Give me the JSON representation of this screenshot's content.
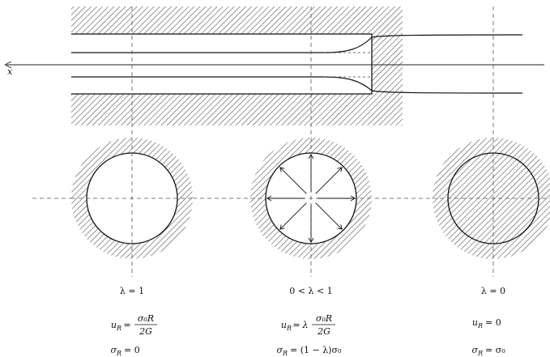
{
  "diagram": {
    "axis_label": "x",
    "cases": [
      {
        "lambda": "λ = 1",
        "u_R": {
          "lhs": "u",
          "sub": "R",
          "eq": "=",
          "coef": "",
          "num": "σ₀R",
          "den": "2G",
          "rhs": ""
        },
        "sigma_R": {
          "lhs": "σ",
          "sub": "R",
          "rhs": "= 0"
        }
      },
      {
        "lambda": "0 < λ < 1",
        "u_R": {
          "lhs": "u",
          "sub": "R",
          "eq": "=",
          "coef": "λ",
          "num": "σ₀R",
          "den": "2G",
          "rhs": ""
        },
        "sigma_R": {
          "lhs": "σ",
          "sub": "R",
          "rhs": "= (1 − λ)σ₀"
        }
      },
      {
        "lambda": "λ = 0",
        "u_R": {
          "lhs": "u",
          "sub": "R",
          "eq": "",
          "coef": "",
          "num": "",
          "den": "",
          "rhs": "= 0"
        },
        "sigma_R": {
          "lhs": "σ",
          "sub": "R",
          "rhs": "= σ₀"
        }
      }
    ]
  }
}
